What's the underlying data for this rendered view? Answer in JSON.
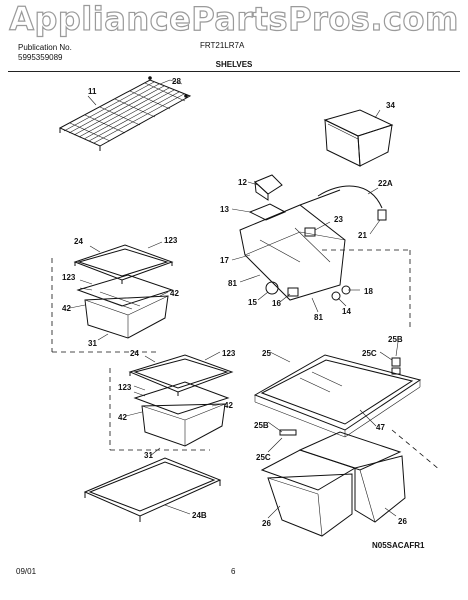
{
  "watermark": "AppliancePartsPros.com",
  "header": {
    "publication_label": "Publication No.",
    "publication_number": "5995359089",
    "model": "FRT21LR7A",
    "section_title": "SHELVES"
  },
  "footer": {
    "date": "09/01",
    "page": "6",
    "figure_code": "N05SACAFR1"
  },
  "callouts": {
    "c11": "11",
    "c28": "28",
    "c34": "34",
    "c12": "12",
    "c22a": "22A",
    "c13": "13",
    "c23": "23",
    "c21": "21",
    "c17": "17",
    "c81a": "81",
    "c15": "15",
    "c16": "16",
    "c81b": "81",
    "c18": "18",
    "c14": "14",
    "c24a": "24",
    "c123a": "123",
    "c123b": "123",
    "c42a": "42",
    "c42b": "42",
    "c31a": "31",
    "c24b": "24",
    "c123c": "123",
    "c123d": "123",
    "c42c": "42",
    "c42d": "42",
    "c31b": "31",
    "c24B": "24B",
    "c25": "25",
    "c25Ca": "25C",
    "c25Ba": "25B",
    "c47": "47",
    "c25Bb": "25B",
    "c25Cb": "25C",
    "c26a": "26",
    "c26b": "26"
  }
}
